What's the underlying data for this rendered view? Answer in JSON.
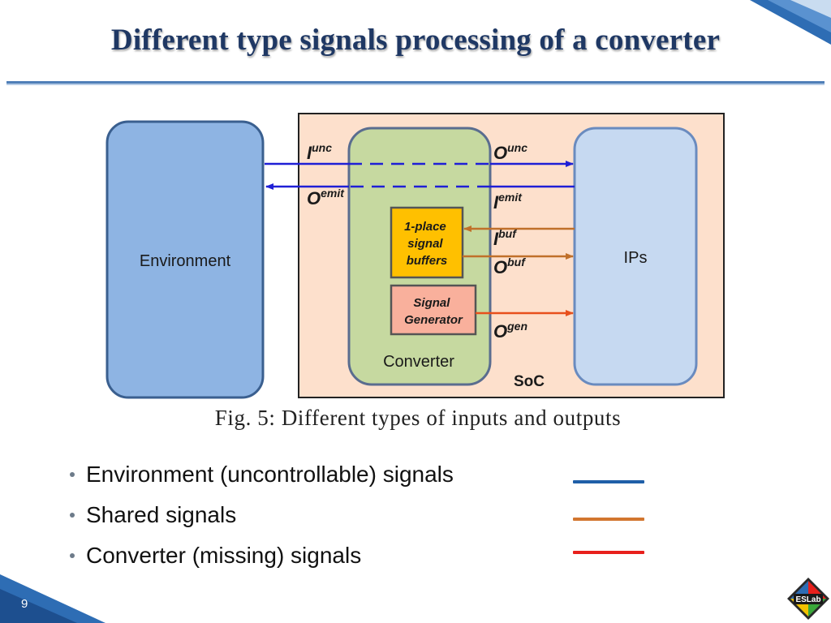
{
  "title": "Different type signals processing of a converter",
  "diagram": {
    "environment_label": "Environment",
    "soc_label": "SoC",
    "converter_label": "Converter",
    "ips_label": "IPs",
    "buffer_label": [
      "1-place",
      "signal",
      "buffers"
    ],
    "generator_label": [
      "Signal",
      "Generator"
    ],
    "signals": {
      "i_unc": {
        "base": "I",
        "sup": "unc"
      },
      "o_emit": {
        "base": "O",
        "sup": "emit"
      },
      "o_unc": {
        "base": "O",
        "sup": "unc"
      },
      "i_emit": {
        "base": "I",
        "sup": "emit"
      },
      "i_buf": {
        "base": "I",
        "sup": "buf"
      },
      "o_buf": {
        "base": "O",
        "sup": "buf"
      },
      "o_gen": {
        "base": "O",
        "sup": "gen"
      }
    },
    "colors": {
      "environment_signal": "#1f1fd6",
      "shared_signal": "#c0702a",
      "converter_signal": "#e8501c",
      "soc_fill": "#fde0cc",
      "converter_fill": "#c6d9a0",
      "environment_fill": "#8eb4e3",
      "ips_fill": "#c6d9f1",
      "buffer_fill": "#ffc000",
      "generator_fill": "#f9b09c"
    }
  },
  "caption": "Fig. 5: Different types of inputs and outputs",
  "bullets": [
    {
      "text": "Environment (uncontrollable) signals",
      "color": "#1f5fa8"
    },
    {
      "text": "Shared signals",
      "color": "#d2762f"
    },
    {
      "text": "Converter (missing) signals",
      "color": "#e8201c"
    }
  ],
  "page_number": "9",
  "logo_text": "ESLab"
}
